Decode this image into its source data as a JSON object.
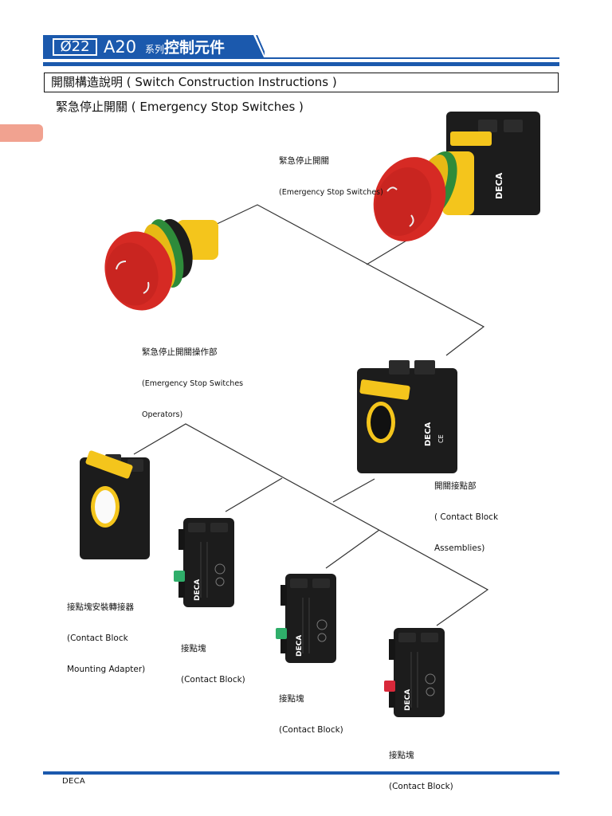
{
  "header": {
    "size_code": "Ø22",
    "model": "A20",
    "series_small": "系列",
    "series_title": "控制元件"
  },
  "section": {
    "title": "開關構造說明 ( Switch Construction Instructions )",
    "subtitle": "緊急停止開關 ( Emergency Stop Switches )"
  },
  "labels": {
    "estop_switch": {
      "zh": "緊急停止開關",
      "en": "(Emergency Stop Switches)"
    },
    "estop_operator": {
      "zh": "緊急停止開關操作部",
      "en1": "(Emergency Stop Switches",
      "en2": "Operators)"
    },
    "contact_assembly": {
      "zh": "開關接點部",
      "en1": "( Contact Block",
      "en2": "Assemblies)"
    },
    "mounting_adapter": {
      "zh": "接點塊安裝轉接器",
      "en1": "(Contact Block",
      "en2": "Mounting Adapter)"
    },
    "contact_block_1": {
      "zh": "接點塊",
      "en": "(Contact Block)"
    },
    "contact_block_2": {
      "zh": "接點塊",
      "en": "(Contact Block)"
    },
    "contact_block_3": {
      "zh": "接點塊",
      "en": "(Contact Block)"
    }
  },
  "product_text": {
    "brand": "DECA",
    "ce": "CE"
  },
  "footer": {
    "brand": "DECA"
  },
  "colors": {
    "header_blue": "#1b59ad",
    "side_tab": "#f1a290",
    "button_red": "#d62a24",
    "collar_yellow": "#f4c51c",
    "ring_green": "#2e8b3a",
    "block_black": "#1c1c1c",
    "nub_green": "#2fae6a",
    "nub_red": "#d8283a"
  }
}
